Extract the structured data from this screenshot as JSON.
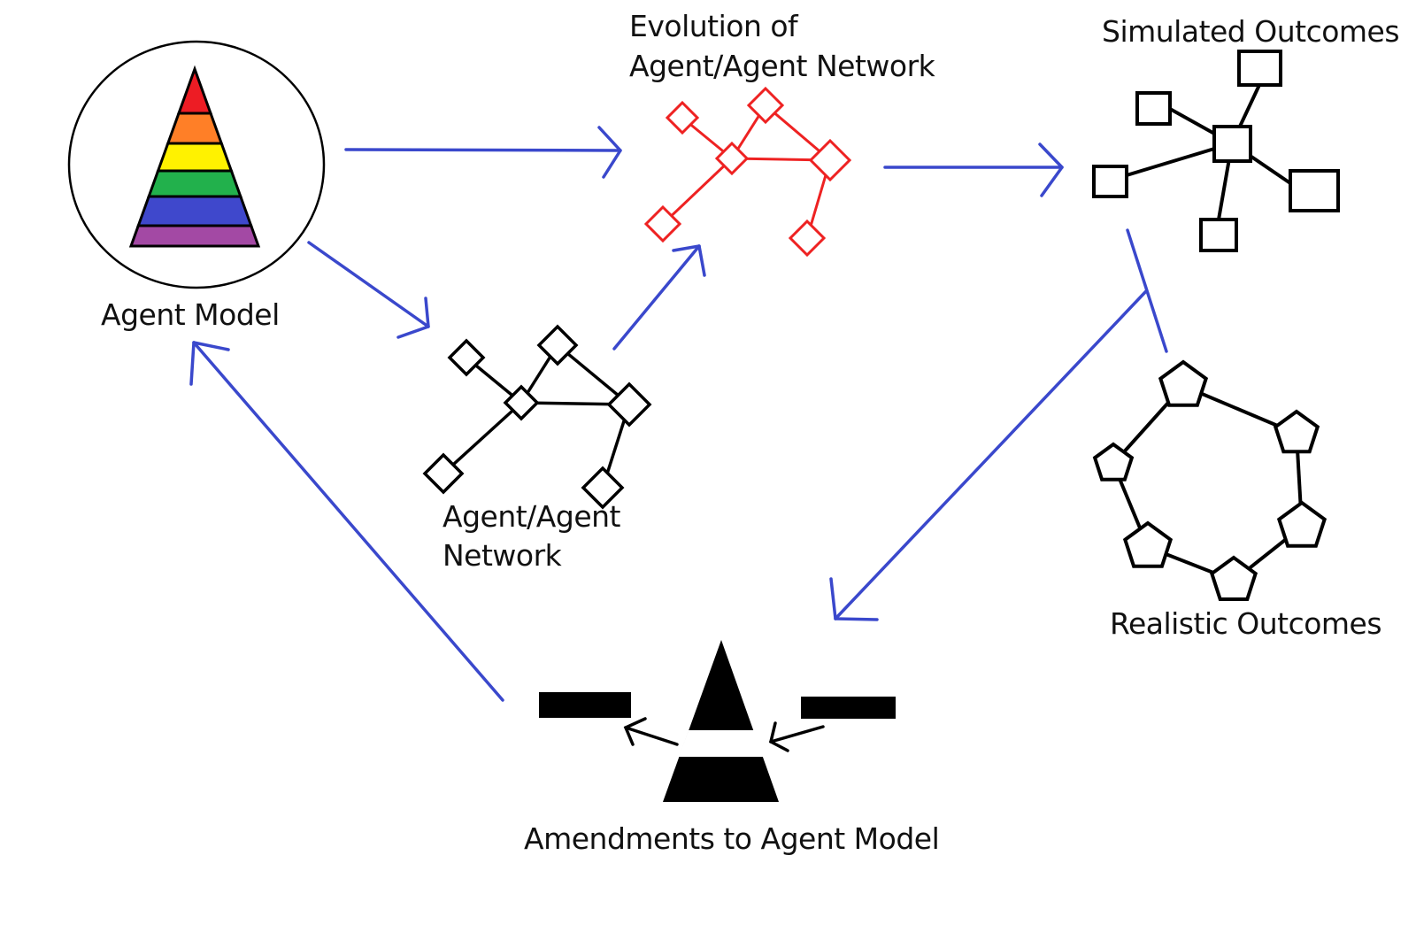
{
  "labels": {
    "agent_model": "Agent Model",
    "evolution_line1": "Evolution of",
    "evolution_line2": "Agent/Agent Network",
    "simulated": "Simulated Outcomes",
    "network_line1": "Agent/Agent",
    "network_line2": "Network",
    "realistic": "Realistic Outcomes",
    "amendments": "Amendments to Agent Model"
  },
  "colors": {
    "arrow": "#3a48cc",
    "evolution_network": "#ee2222",
    "ink": "#000000",
    "pyramid_bands": [
      "#ed1c24",
      "#ff7f27",
      "#fff200",
      "#22b14c",
      "#3f48cc",
      "#a349a4"
    ]
  },
  "pyramid": {
    "band_count": 6
  },
  "flow": [
    {
      "from": "Agent Model",
      "to": "Evolution of Agent/Agent Network"
    },
    {
      "from": "Agent Model",
      "to": "Agent/Agent Network"
    },
    {
      "from": "Agent/Agent Network",
      "to": "Evolution of Agent/Agent Network"
    },
    {
      "from": "Evolution of Agent/Agent Network",
      "to": "Simulated Outcomes"
    },
    {
      "from": "Simulated Outcomes vs Realistic Outcomes",
      "to": "Amendments to Agent Model"
    },
    {
      "from": "Amendments to Agent Model",
      "to": "Agent Model"
    }
  ]
}
